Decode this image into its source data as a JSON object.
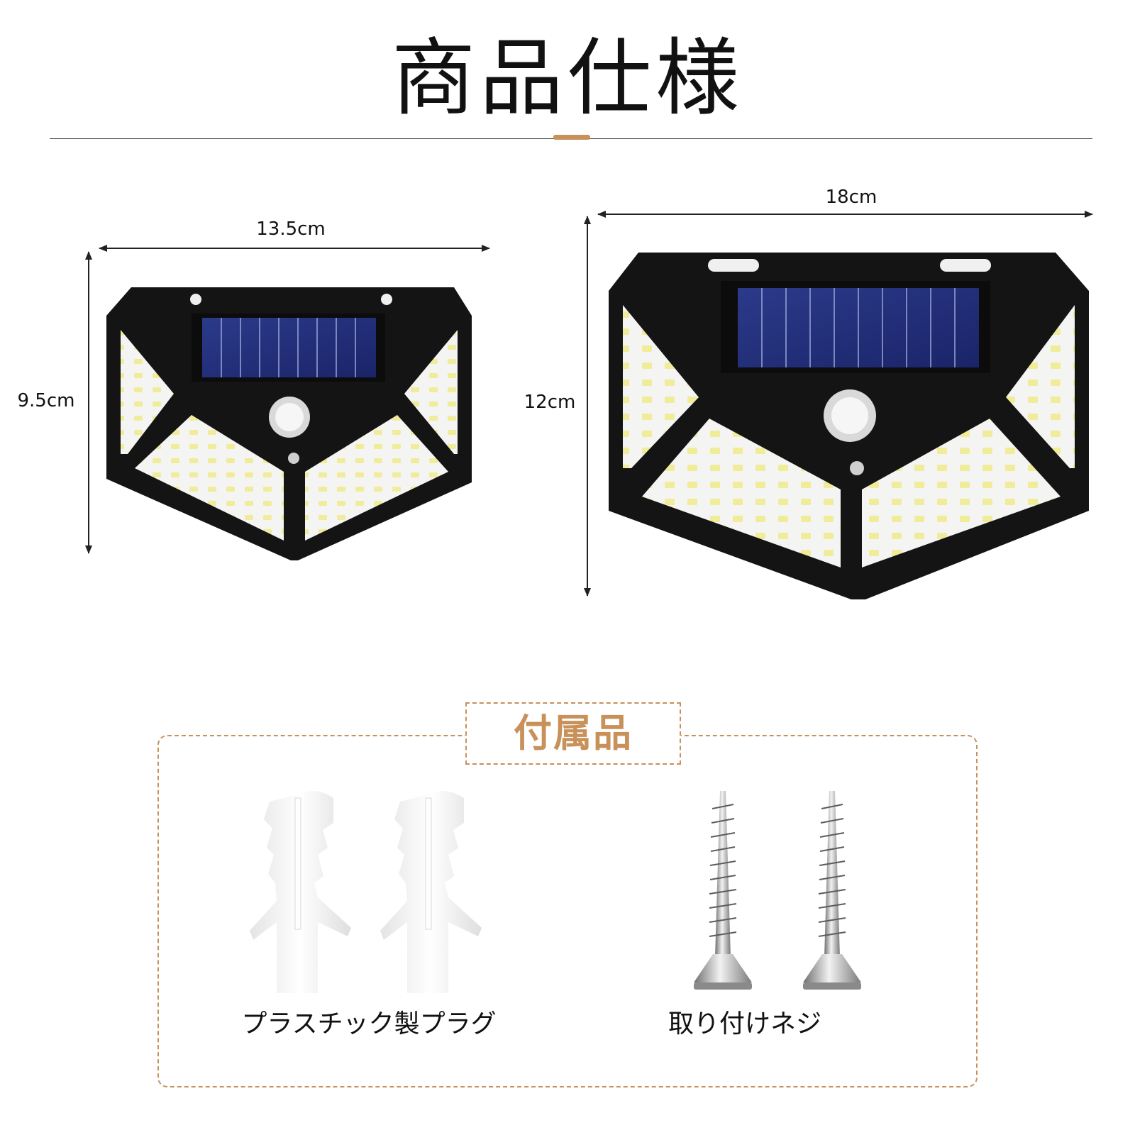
{
  "header": {
    "title": "商品仕様",
    "accent_color": "#c8915a"
  },
  "dimensions": {
    "small": {
      "width_label": "13.5cm",
      "height_label": "9.5cm"
    },
    "large": {
      "width_label": "18cm",
      "height_label": "12cm"
    }
  },
  "accessories": {
    "heading": "付属品",
    "border_color": "#c8915a",
    "items": [
      {
        "label": "プラスチック製プラグ",
        "icon": "wall-plug-icon"
      },
      {
        "label": "取り付けネジ",
        "icon": "screw-icon"
      }
    ]
  }
}
